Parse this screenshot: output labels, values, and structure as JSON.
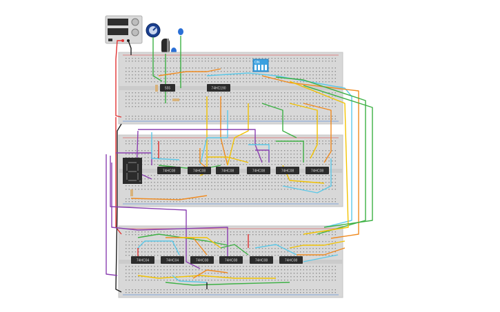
{
  "canvas": {
    "background": "#ffffff"
  },
  "power_supply": {
    "label": "",
    "color": "#d9d9d9"
  },
  "chips": {
    "timer": "555",
    "top_counter": "74HC190",
    "middle": [
      "74HC08",
      "74HC08",
      "74HC08",
      "74HC08",
      "74HC08",
      "74HC08"
    ],
    "bottom": [
      "74HC04",
      "74HC04",
      "74HC08",
      "74HC08",
      "74HC08",
      "74HC08"
    ]
  },
  "dip_switch": {
    "label": "ON",
    "color": "#3aa0e0"
  },
  "display": {
    "type": "7-segment",
    "color": "#2b2b2b"
  },
  "wire_colors": [
    "#e03030",
    "#1e1e1e",
    "#3cb043",
    "#f2c200",
    "#f08a1e",
    "#5bc8e8",
    "#8a3fb0",
    "#2a6fd6"
  ]
}
